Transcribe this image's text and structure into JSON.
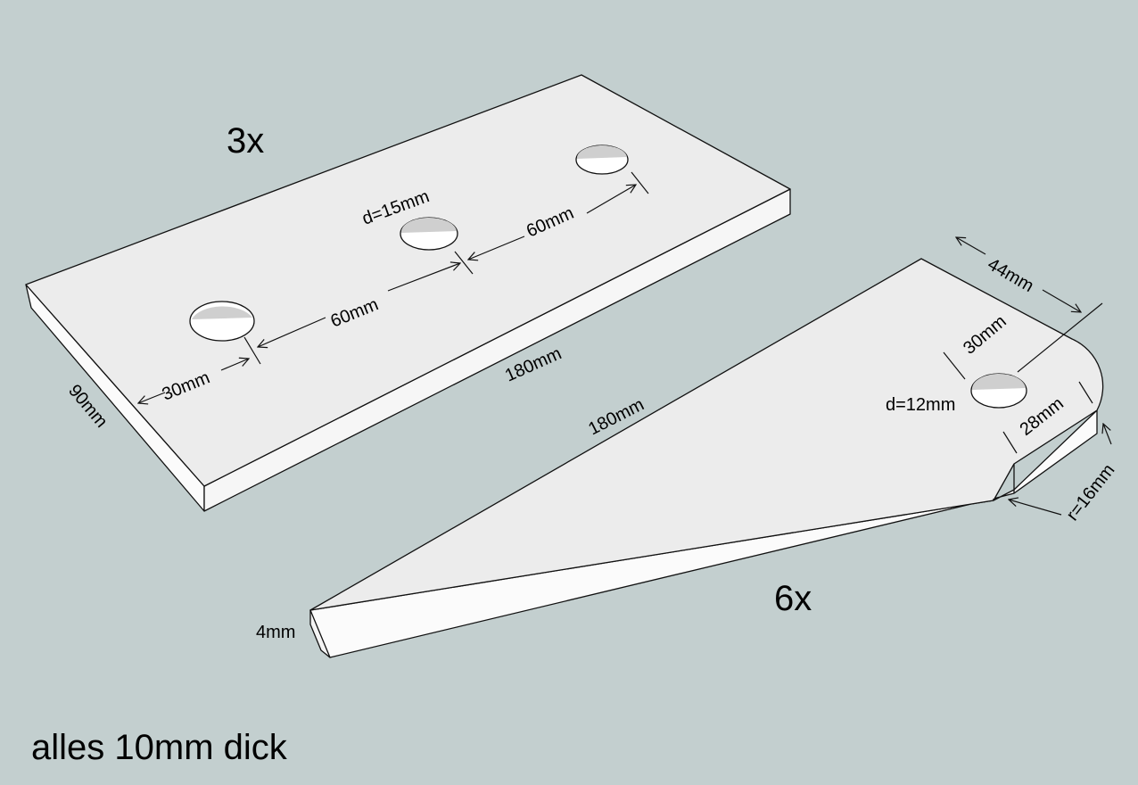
{
  "plate": {
    "quantity": "3x",
    "hole_diameter": "d=15mm",
    "length": "180mm",
    "width": "90mm",
    "edge_offset": "30mm",
    "hole_spacing_1": "60mm",
    "hole_spacing_2": "60mm"
  },
  "wedge": {
    "quantity": "6x",
    "length": "180mm",
    "tip_height": "4mm",
    "top_width": "44mm",
    "hole_offset": "30mm",
    "hole_diameter": "d=12mm",
    "flat_length": "28mm",
    "radius": "r=16mm"
  },
  "note": "alles 10mm dick",
  "colors": {
    "background": "#c3cfcf",
    "top_face": "#ececec",
    "side_face": "#fbfbfb",
    "hole": "#ffffff"
  }
}
